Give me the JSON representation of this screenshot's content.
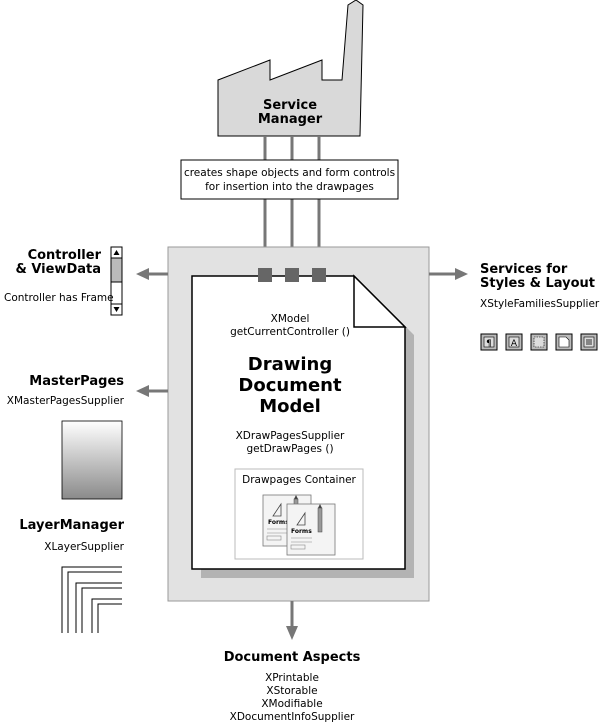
{
  "service_manager": {
    "title_line1": "Service",
    "title_line2": "Manager"
  },
  "creates_box": {
    "line1": "creates shape objects and form controls",
    "line2": "for insertion into the drawpages"
  },
  "controller": {
    "title_line1": "Controller",
    "title_line2": "& ViewData",
    "text": "Controller has Frame"
  },
  "services_styles": {
    "title_line1": "Services for",
    "title_line2": "Styles & Layout",
    "text": "XStyleFamiliesSupplier",
    "icons": [
      "paragraph-style-icon",
      "character-style-icon",
      "frame-style-icon",
      "page-style-icon",
      "numbering-style-icon"
    ]
  },
  "master_pages": {
    "title": "MasterPages",
    "text": "XMasterPagesSupplier"
  },
  "layer_manager": {
    "title": "LayerManager",
    "text": "XLayerSupplier"
  },
  "document": {
    "xmodel": "XModel",
    "get_controller": "getCurrentController ()",
    "title_line1": "Drawing",
    "title_line2": "Document",
    "title_line3": "Model",
    "drawpages_supplier": "XDrawPagesSupplier",
    "get_drawpages": "getDrawPages ()",
    "container_title": "Drawpages Container",
    "form_label": "Forms"
  },
  "document_aspects": {
    "title": "Document Aspects",
    "items": [
      "XPrintable",
      "XStorable",
      "XModifiable",
      "XDocumentInfoSupplier"
    ]
  }
}
